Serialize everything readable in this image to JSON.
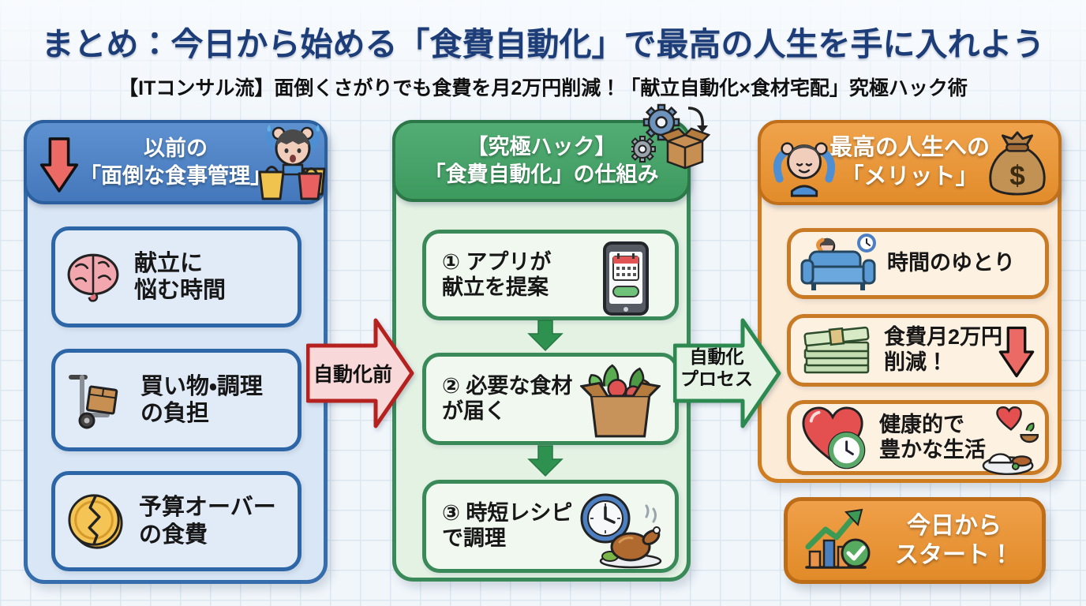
{
  "page": {
    "title": "まとめ：今日から始める「食費自動化」で最高の人生を手に入れよう",
    "subtitle": "【ITコンサル流】面倒くさがりでも食費を月2万円削減！「献立自動化×食材宅配」究極ハック術"
  },
  "colors": {
    "title_navy": "#1c3d78",
    "before_blue": "#4a80c4",
    "process_green": "#43a268",
    "merit_orange": "#e8913a",
    "alert_red": "#c0272d",
    "canvas_grid": "#dce7f1"
  },
  "before": {
    "header": {
      "line1": "以前の",
      "line2": "「面倒な食事管理」",
      "icon": "down-arrow-icon",
      "corner_icon": "stressed-shopper-icon"
    },
    "cards": [
      {
        "icon": "brain-icon",
        "line1": "献立に",
        "line2": "悩む時間"
      },
      {
        "icon": "hand-truck-icon",
        "line1": "買い物・調理",
        "line2": "の負担"
      },
      {
        "icon": "broken-coin-icon",
        "line1": "予算オーバー",
        "line2": "の食費"
      }
    ]
  },
  "process": {
    "header": {
      "line1": "【究極ハック】",
      "line2": "「食費自動化」の仕組み",
      "corner_icon": "gears-box-icon"
    },
    "cards": [
      {
        "icon": "phone-calendar-icon",
        "line1": "① アプリが",
        "line2": "献立を提案"
      },
      {
        "icon": "vegetable-box-icon",
        "line1": "② 必要な食材",
        "line2": "が届く"
      },
      {
        "icon": "clock-roast-icon",
        "line1": "③ 時短レシピ",
        "line2": "で調理"
      }
    ]
  },
  "merit": {
    "header": {
      "line1": "最高の人生への",
      "line2": "「メリット」",
      "left_icon": "relaxed-person-icon",
      "right_icon": "money-bag-icon"
    },
    "cards": [
      {
        "icon": "couch-person-icon",
        "line1": "時間のゆとり",
        "line2": ""
      },
      {
        "icon": "money-stack-icon",
        "line1": "食費月2万円",
        "line2": "削減！",
        "right_icon": "down-arrow-icon"
      },
      {
        "icon": "heart-clock-icon",
        "line1": "健康的で",
        "line2": "豊かな生活",
        "right_icon": "heart-salad-icon"
      }
    ]
  },
  "arrows": {
    "before_to_process": "自動化前",
    "process_to_merit_line1": "自動化",
    "process_to_merit_line2": "プロセス"
  },
  "cta": {
    "icon": "growth-chart-icon",
    "line1": "今日から",
    "line2": "スタート！"
  }
}
